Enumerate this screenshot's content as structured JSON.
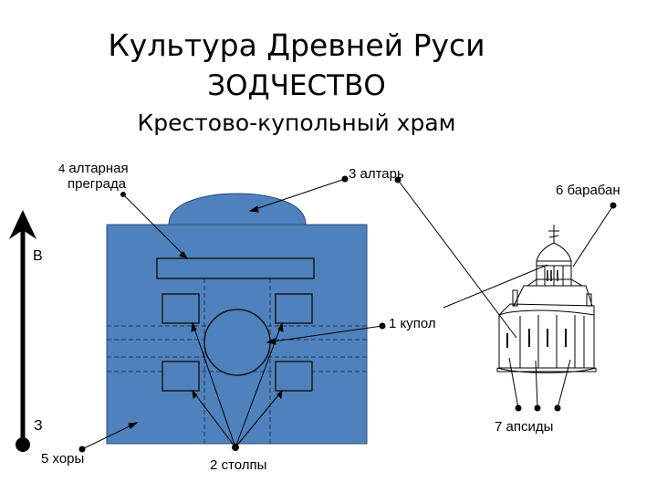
{
  "title": {
    "line1": "Культура Древней Руси",
    "line2": "ЗОДЧЕСТВО",
    "line3": "Крестово-купольный храм"
  },
  "labels": {
    "altar_barrier": {
      "num": "4",
      "text_line1": "алтарная",
      "text_line2": "преграда"
    },
    "altar": "3 алтарь",
    "drum": "6 барабан",
    "dome": "1 купол",
    "apses": "7 апсиды",
    "choirs": "5 хоры",
    "pillars": "2 столпы"
  },
  "directions": {
    "east": "В",
    "west": "З"
  },
  "colors": {
    "plan_fill": "#4f81bd",
    "plan_stroke": "#2c4d75",
    "pointer": "#000000"
  },
  "icons": [
    "church-drawing-icon",
    "direction-arrow-icon"
  ]
}
